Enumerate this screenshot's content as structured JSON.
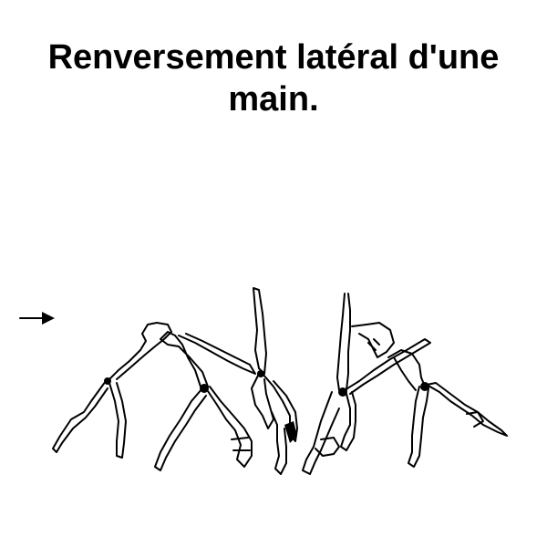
{
  "title": {
    "line1": "Renversement latéral d'une",
    "line2": "main."
  },
  "colors": {
    "ink": "#000000",
    "background": "#ffffff"
  },
  "diagram": {
    "direction_arrow_icon": "right-arrow-icon",
    "figure_count": 5
  }
}
